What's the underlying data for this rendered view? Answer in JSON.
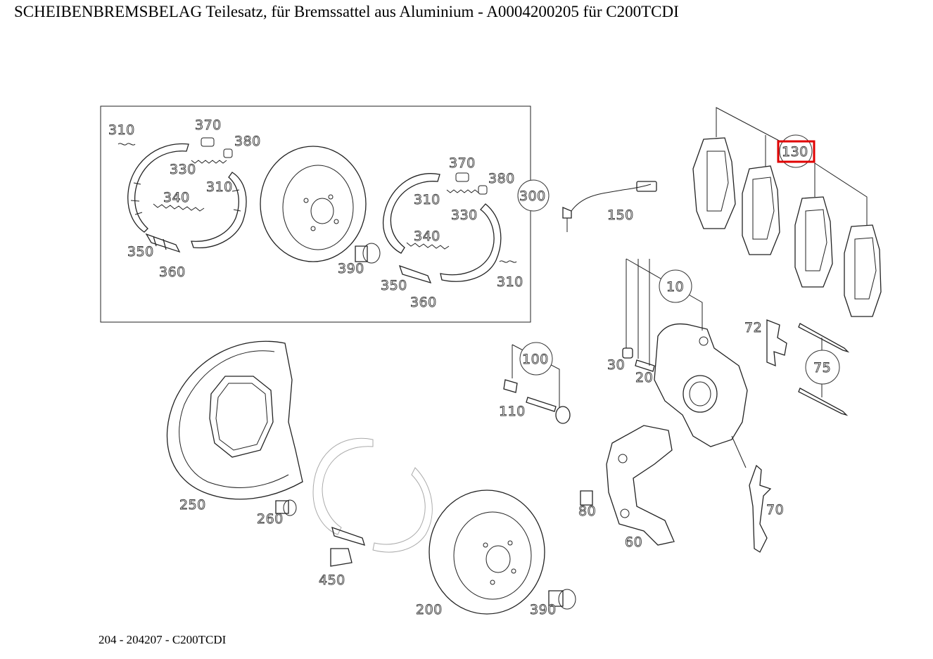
{
  "header": {
    "title": "SCHEIBENBREMSBELAG Teilesatz, für Bremssattel aus Aluminium - A0004200205 für C200TCDI"
  },
  "footer": {
    "model": "204 - 204207 - C200TCDI"
  },
  "highlight": {
    "part": "130",
    "color": "#e00000"
  },
  "labels": {
    "p310a": "310",
    "p370a": "370",
    "p380a": "380",
    "p330a": "330",
    "p310b": "310",
    "p340a": "340",
    "p350a": "350",
    "p360a": "360",
    "p390a": "390",
    "p370b": "370",
    "p380b": "380",
    "p310c": "310",
    "p330b": "330",
    "p340b": "340",
    "p350b": "350",
    "p360b": "360",
    "p310d": "310",
    "p300": "300",
    "p150": "150",
    "p130": "130",
    "p10": "10",
    "p72": "72",
    "p75": "75",
    "p30": "30",
    "p20": "20",
    "p100": "100",
    "p110": "110",
    "p250": "250",
    "p260": "260",
    "p450": "450",
    "p200": "200",
    "p390b": "390",
    "p80": "80",
    "p60": "60",
    "p70": "70"
  }
}
